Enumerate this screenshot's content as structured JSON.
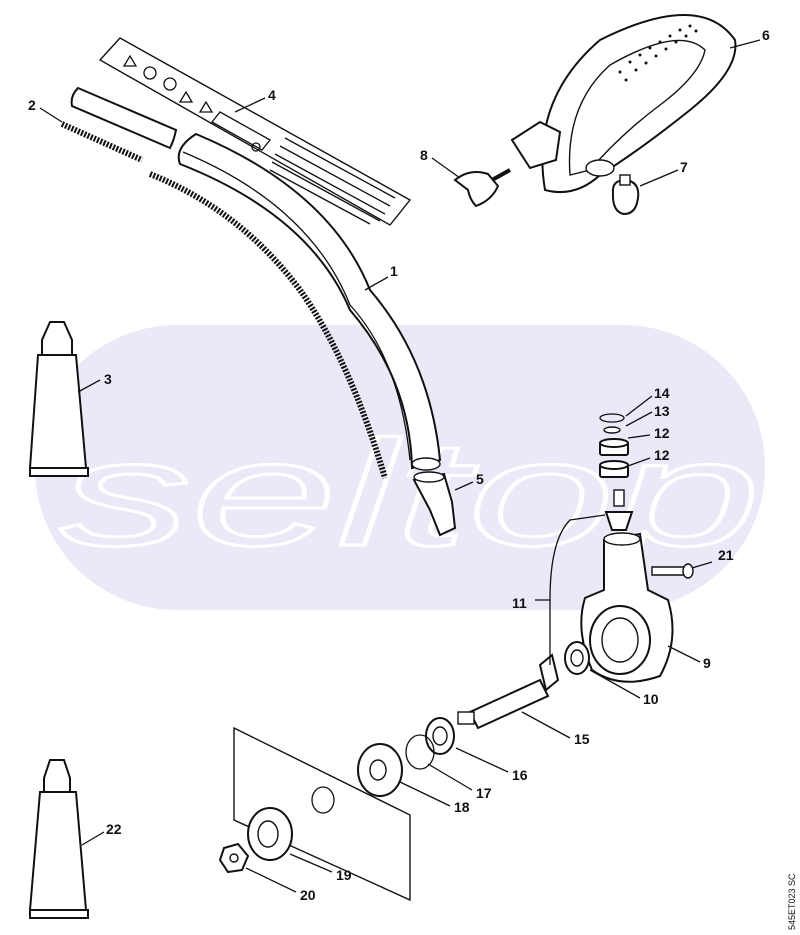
{
  "watermark": "seltop",
  "watermark_color": "#e9e9f7",
  "reference_code": "545ET023 SC",
  "parts": [
    {
      "id": "1",
      "label": "1"
    },
    {
      "id": "2",
      "label": "2"
    },
    {
      "id": "3",
      "label": "3"
    },
    {
      "id": "4",
      "label": "4"
    },
    {
      "id": "5",
      "label": "5"
    },
    {
      "id": "6",
      "label": "6"
    },
    {
      "id": "7",
      "label": "7"
    },
    {
      "id": "8",
      "label": "8"
    },
    {
      "id": "9",
      "label": "9"
    },
    {
      "id": "10",
      "label": "10"
    },
    {
      "id": "11",
      "label": "11"
    },
    {
      "id": "12a",
      "label": "12"
    },
    {
      "id": "12b",
      "label": "12"
    },
    {
      "id": "13",
      "label": "13"
    },
    {
      "id": "14",
      "label": "14"
    },
    {
      "id": "15",
      "label": "15"
    },
    {
      "id": "16",
      "label": "16"
    },
    {
      "id": "17",
      "label": "17"
    },
    {
      "id": "18",
      "label": "18"
    },
    {
      "id": "19",
      "label": "19"
    },
    {
      "id": "20",
      "label": "20"
    },
    {
      "id": "21",
      "label": "21"
    },
    {
      "id": "22",
      "label": "22"
    }
  ]
}
